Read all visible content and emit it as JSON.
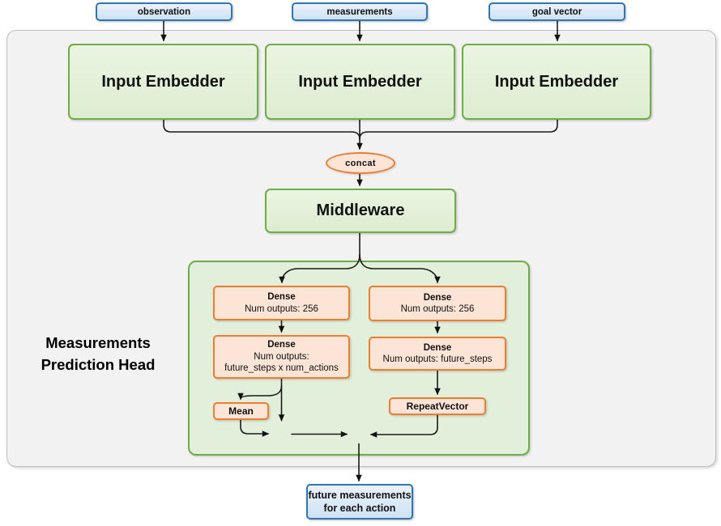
{
  "diagram": {
    "inputs": [
      {
        "label": "observation"
      },
      {
        "label": "measurements"
      },
      {
        "label": "goal vector"
      }
    ],
    "embedders": [
      {
        "label": "Input Embedder"
      },
      {
        "label": "Input Embedder"
      },
      {
        "label": "Input Embedder"
      }
    ],
    "concat": {
      "label": "concat"
    },
    "middleware": {
      "label": "Middleware"
    },
    "head": {
      "line1": "Measurements",
      "line2": "Prediction Head"
    },
    "dense_left_1": {
      "title": "Dense",
      "sub1": "Num outputs: 256"
    },
    "dense_left_2": {
      "title": "Dense",
      "sub1": "Num outputs:",
      "sub2": "future_steps x num_actions"
    },
    "dense_right_1": {
      "title": "Dense",
      "sub1": "Num outputs: 256"
    },
    "dense_right_2": {
      "title": "Dense",
      "sub1": "Num outputs: future_steps"
    },
    "mean": {
      "label": "Mean"
    },
    "repeat_vector": {
      "label": "RepeatVector"
    },
    "operators": {
      "minus": "-",
      "plus": "+"
    },
    "output": {
      "line1": "future measurements",
      "line2": "for each action"
    },
    "colors": {
      "green_border": "#70AD47",
      "green_fill": "#E2EFDA",
      "orange_border": "#ED7D31",
      "orange_fill": "#FCE4D6",
      "blue_border": "#2E75B6",
      "blue_fill": "#DEEBF7",
      "panel_fill": "#F2F2F2",
      "line": "#1A1A1A"
    }
  }
}
